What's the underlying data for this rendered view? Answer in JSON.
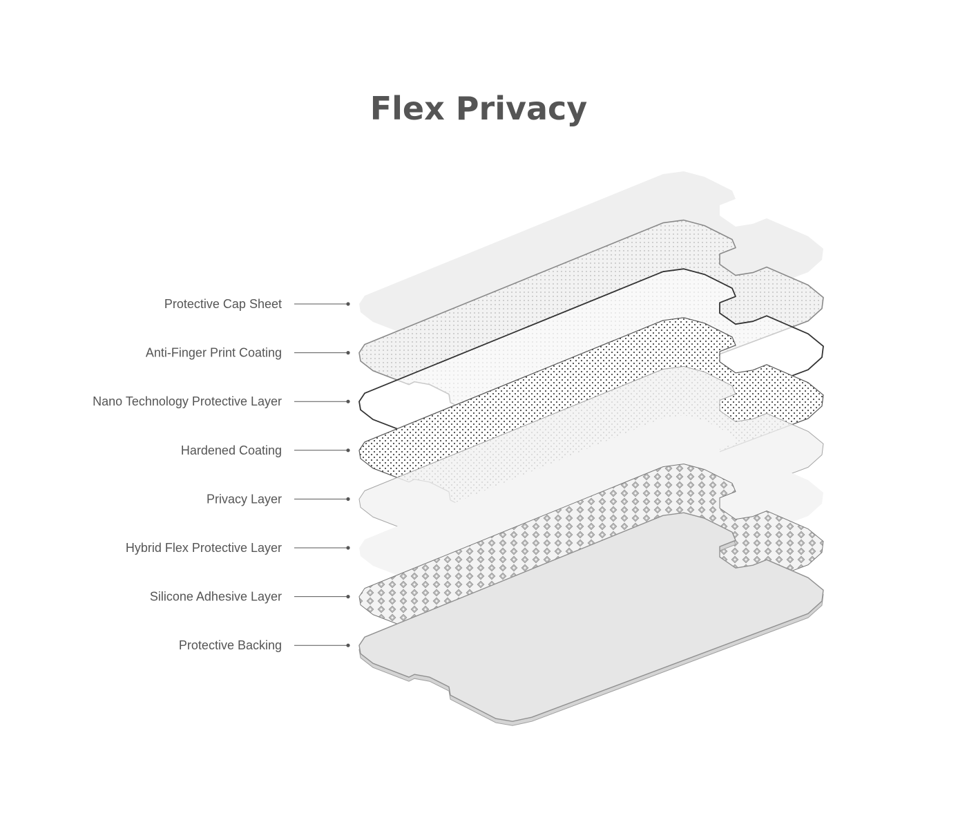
{
  "title": "Flex Privacy",
  "colors": {
    "text": "#555555",
    "leader": "#555555",
    "outline": "#8a8a8a",
    "outline_dark": "#333333",
    "fill_light": "#eeeeee"
  },
  "layers": [
    {
      "label": "Protective Cap Sheet",
      "style": "plain-light"
    },
    {
      "label": "Anti-Finger Print Coating",
      "style": "fine-dots"
    },
    {
      "label": "Nano Technology Protective Layer",
      "style": "dark-outline"
    },
    {
      "label": "Hardened Coating",
      "style": "coarse-dots"
    },
    {
      "label": "Privacy Layer",
      "style": "plain-outline"
    },
    {
      "label": "Hybrid Flex Protective Layer",
      "style": "plain-faint"
    },
    {
      "label": "Silicone Adhesive Layer",
      "style": "diamond-pattern"
    },
    {
      "label": "Protective Backing",
      "style": "solid-grey"
    }
  ]
}
